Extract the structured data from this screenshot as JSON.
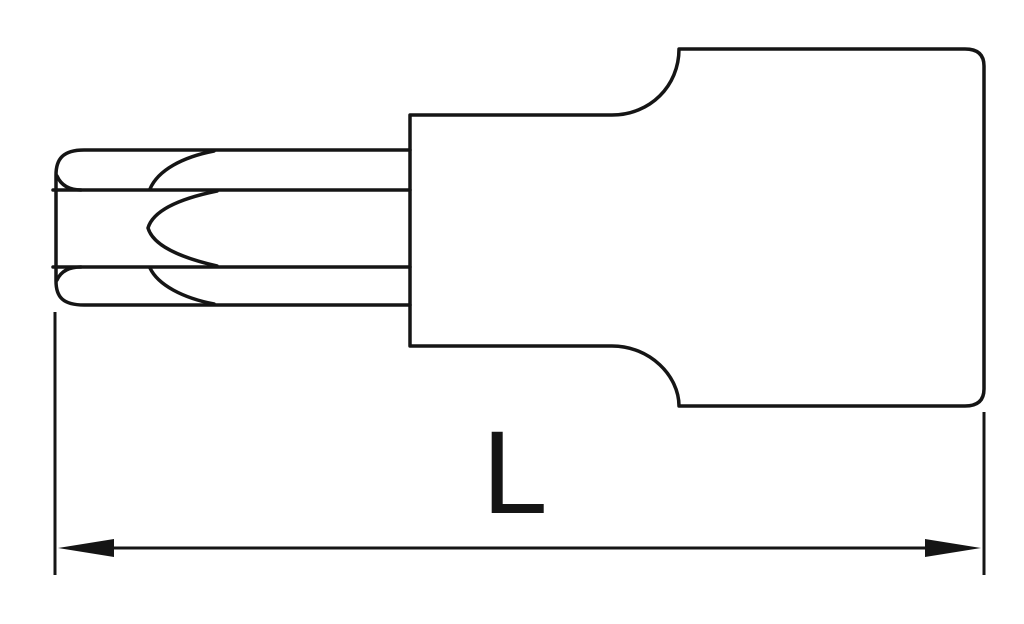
{
  "drawing": {
    "kind": "technical-line-drawing",
    "subject": "socket-bit-side-view"
  },
  "dimension": {
    "label": "L"
  },
  "colors": {
    "line": "#151515",
    "background": "#ffffff"
  }
}
